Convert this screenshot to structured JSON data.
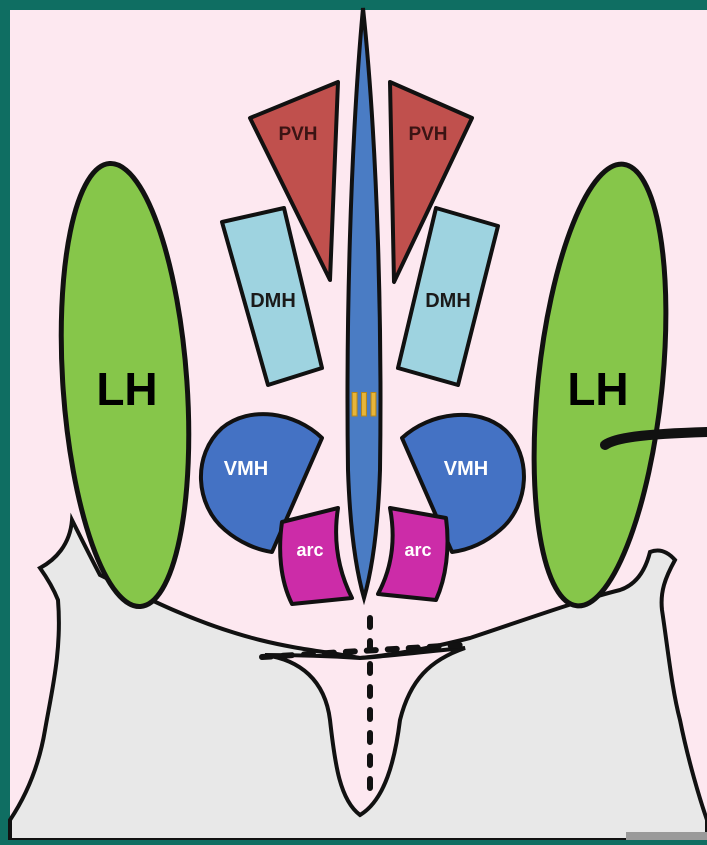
{
  "colors": {
    "frame": "#0f6e62",
    "background": "#fde8f0",
    "bone": "#e8e8e8",
    "lateral": "#86c64a",
    "paraventricular": "#c0504d",
    "dorsomedial": "#9ed3e0",
    "ventromedial": "#4472c4",
    "arcuate": "#cc2ca8",
    "ventricle": "#4a7cc4",
    "ventricle_label": "#e7b53a",
    "outline": "#111111"
  },
  "labels": {
    "lh_left": "LH",
    "lh_right": "LH",
    "pvh_left": "PVH",
    "pvh_right": "PVH",
    "dmh_left": "DMH",
    "dmh_right": "DMH",
    "vmh_left": "VMH",
    "vmh_right": "VMH",
    "arc_left": "arc",
    "arc_right": "arc",
    "third_ventricle": "III"
  }
}
